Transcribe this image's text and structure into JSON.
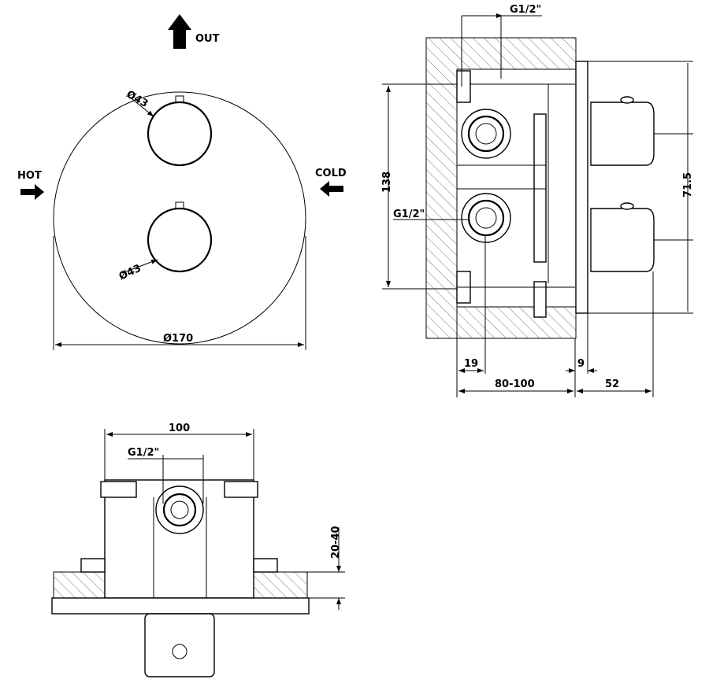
{
  "front_view": {
    "out_label": "OUT",
    "hot_label": "HOT",
    "cold_label": "COLD",
    "knob_top_diameter": "Ø43",
    "knob_bottom_diameter": "Ø43",
    "plate_diameter": "Ø170"
  },
  "side_view": {
    "thread_top": "G1/2\"",
    "thread_left": "G1/2\"",
    "height_dim": "138",
    "knob_spacing_dim": "71.5",
    "offset_dim": "19",
    "plate_dim": "9",
    "depth_dim": "80-100",
    "projection_dim": "52"
  },
  "bottom_view": {
    "width_dim": "100",
    "thread": "G1/2\"",
    "wall_dim": "20-40"
  }
}
